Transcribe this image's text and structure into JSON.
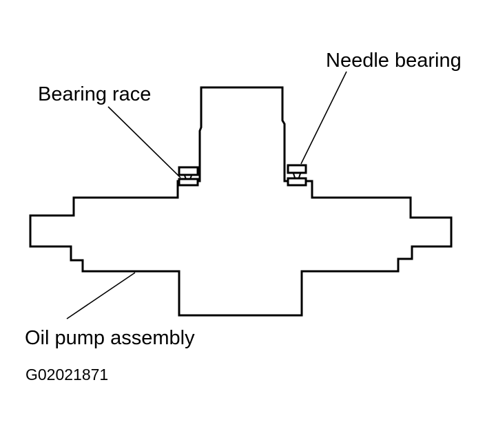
{
  "labels": {
    "needle_bearing": "Needle bearing",
    "bearing_race": "Bearing race",
    "oil_pump_assembly": "Oil pump assembly",
    "figure_code": "G02021871"
  },
  "colors": {
    "line": "#000000",
    "background": "#ffffff"
  }
}
